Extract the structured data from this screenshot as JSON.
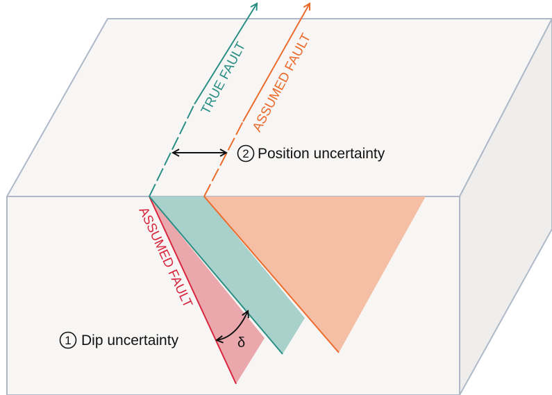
{
  "labels": {
    "true_fault": "TRUE FAULT",
    "assumed_fault_top": "ASSUMED FAULT",
    "assumed_fault_dip": "ASSUMED FAULT",
    "position_number": "2",
    "position_text": "Position uncertainty",
    "dip_number": "1",
    "dip_text": "Dip uncertainty",
    "angle_symbol": "δ"
  },
  "colors": {
    "block_face": "#f7f6f5",
    "block_edge": "#aeb8c8",
    "true_fault": "#2a8e84",
    "true_fault_fill": "#a8d1cb",
    "assumed_position_fault": "#ec6a2a",
    "assumed_position_fill": "#f5bfa5",
    "assumed_dip_fault": "#d7263d",
    "assumed_dip_fill": "#eaa8ac",
    "annotation": "#111111"
  }
}
